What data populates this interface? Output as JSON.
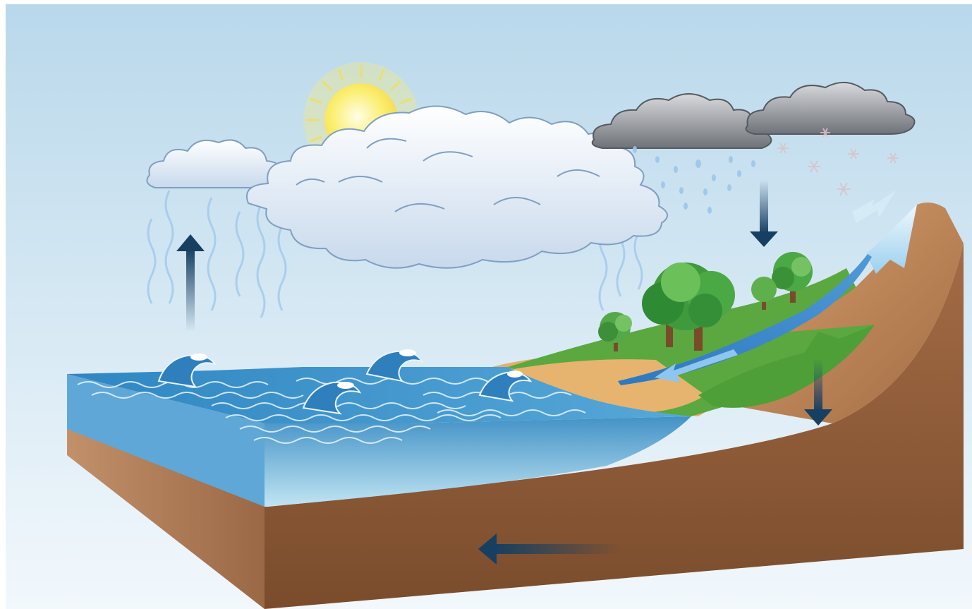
{
  "diagram": {
    "elements": [
      {
        "name": "sky"
      },
      {
        "name": "sun"
      },
      {
        "name": "white-clouds"
      },
      {
        "name": "storm-clouds"
      },
      {
        "name": "raindrops"
      },
      {
        "name": "snowflakes"
      },
      {
        "name": "evaporation-arrow",
        "direction": "up"
      },
      {
        "name": "precipitation-arrow",
        "direction": "down"
      },
      {
        "name": "infiltration-arrow",
        "direction": "down"
      },
      {
        "name": "groundwater-flow-arrow",
        "direction": "left"
      },
      {
        "name": "surface-runoff-arrow",
        "direction": "down-left"
      },
      {
        "name": "ocean-waves"
      },
      {
        "name": "river"
      },
      {
        "name": "mountain"
      },
      {
        "name": "trees"
      }
    ]
  },
  "colors": {
    "sky_top": "#b8d7ea",
    "sky_bottom": "#f4f9fc",
    "ocean": "#3f8fc4",
    "ocean_light": "#9fd0ea",
    "earth": "#a9714b",
    "earth_dark": "#7d4f2f",
    "grass": "#57a83e",
    "sand": "#e4b36f",
    "arrow": "#163f62",
    "sun": "#f7e86a",
    "cloud": "#eef4fb",
    "storm_cloud": "#8c8f96",
    "tree": "#3e9a3c"
  }
}
